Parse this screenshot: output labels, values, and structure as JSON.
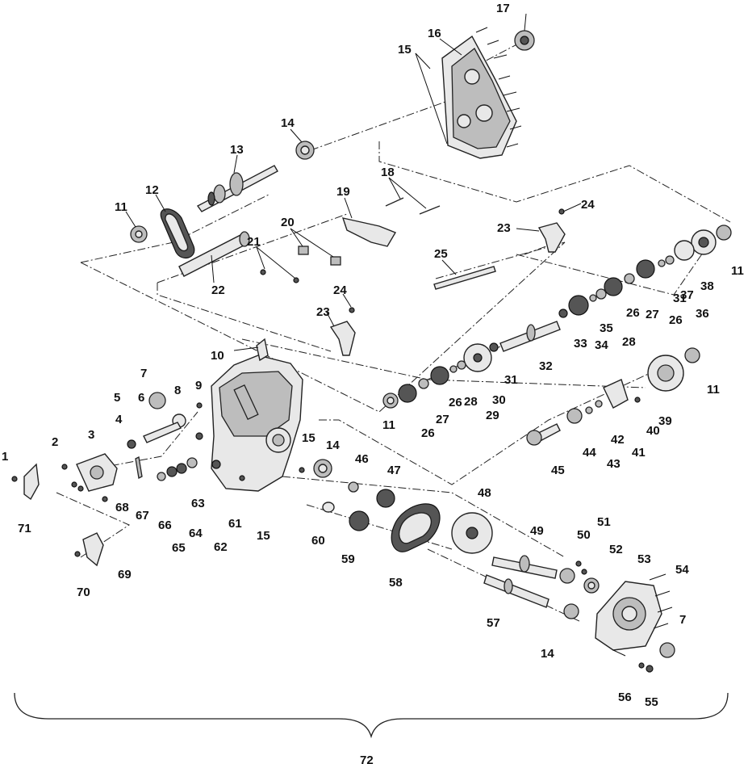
{
  "diagram": {
    "callouts": [
      "1",
      "2",
      "3",
      "4",
      "5",
      "6",
      "7",
      "8",
      "9",
      "10",
      "11",
      "12",
      "13",
      "14",
      "15",
      "16",
      "17",
      "18",
      "19",
      "20",
      "21",
      "22",
      "23",
      "24",
      "25",
      "26",
      "27",
      "28",
      "29",
      "30",
      "31",
      "32",
      "33",
      "34",
      "35",
      "36",
      "37",
      "38",
      "39",
      "40",
      "41",
      "42",
      "43",
      "44",
      "45",
      "46",
      "47",
      "48",
      "49",
      "50",
      "51",
      "52",
      "53",
      "54",
      "55",
      "56",
      "57",
      "58",
      "59",
      "60",
      "61",
      "62",
      "63",
      "64",
      "65",
      "66",
      "67",
      "68",
      "69",
      "70",
      "71",
      "72"
    ],
    "assembly_label": "72"
  }
}
